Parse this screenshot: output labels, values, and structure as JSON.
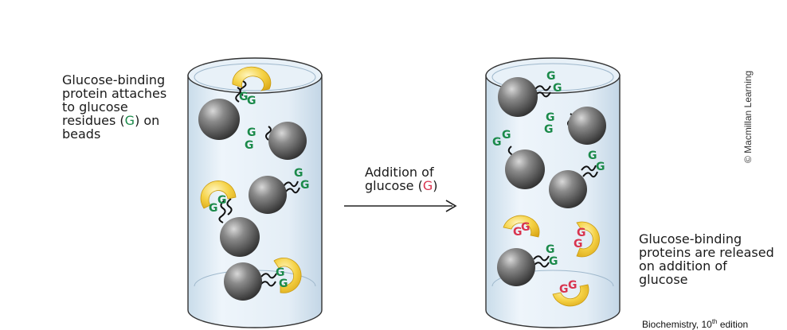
{
  "left_label": {
    "before": "Glucose-binding protein attaches to glucose residues (",
    "glyph": "G",
    "after": ") on beads"
  },
  "arrow_label": {
    "before": "Addition of glucose (",
    "glyph": "G",
    "after": ")"
  },
  "right_label": "Glucose-binding proteins are released on addition of glucose",
  "copyright": "© Macmillan Learning",
  "edition": {
    "before": "Biochemistry, 10",
    "sup": "th",
    "after": " edition"
  },
  "glyph": "G",
  "colors": {
    "green_glucose": "#1b8a4a",
    "red_glucose": "#d9344f",
    "protein": "#f2cb34",
    "bead": "#555555",
    "column": "#dbe9f3"
  }
}
